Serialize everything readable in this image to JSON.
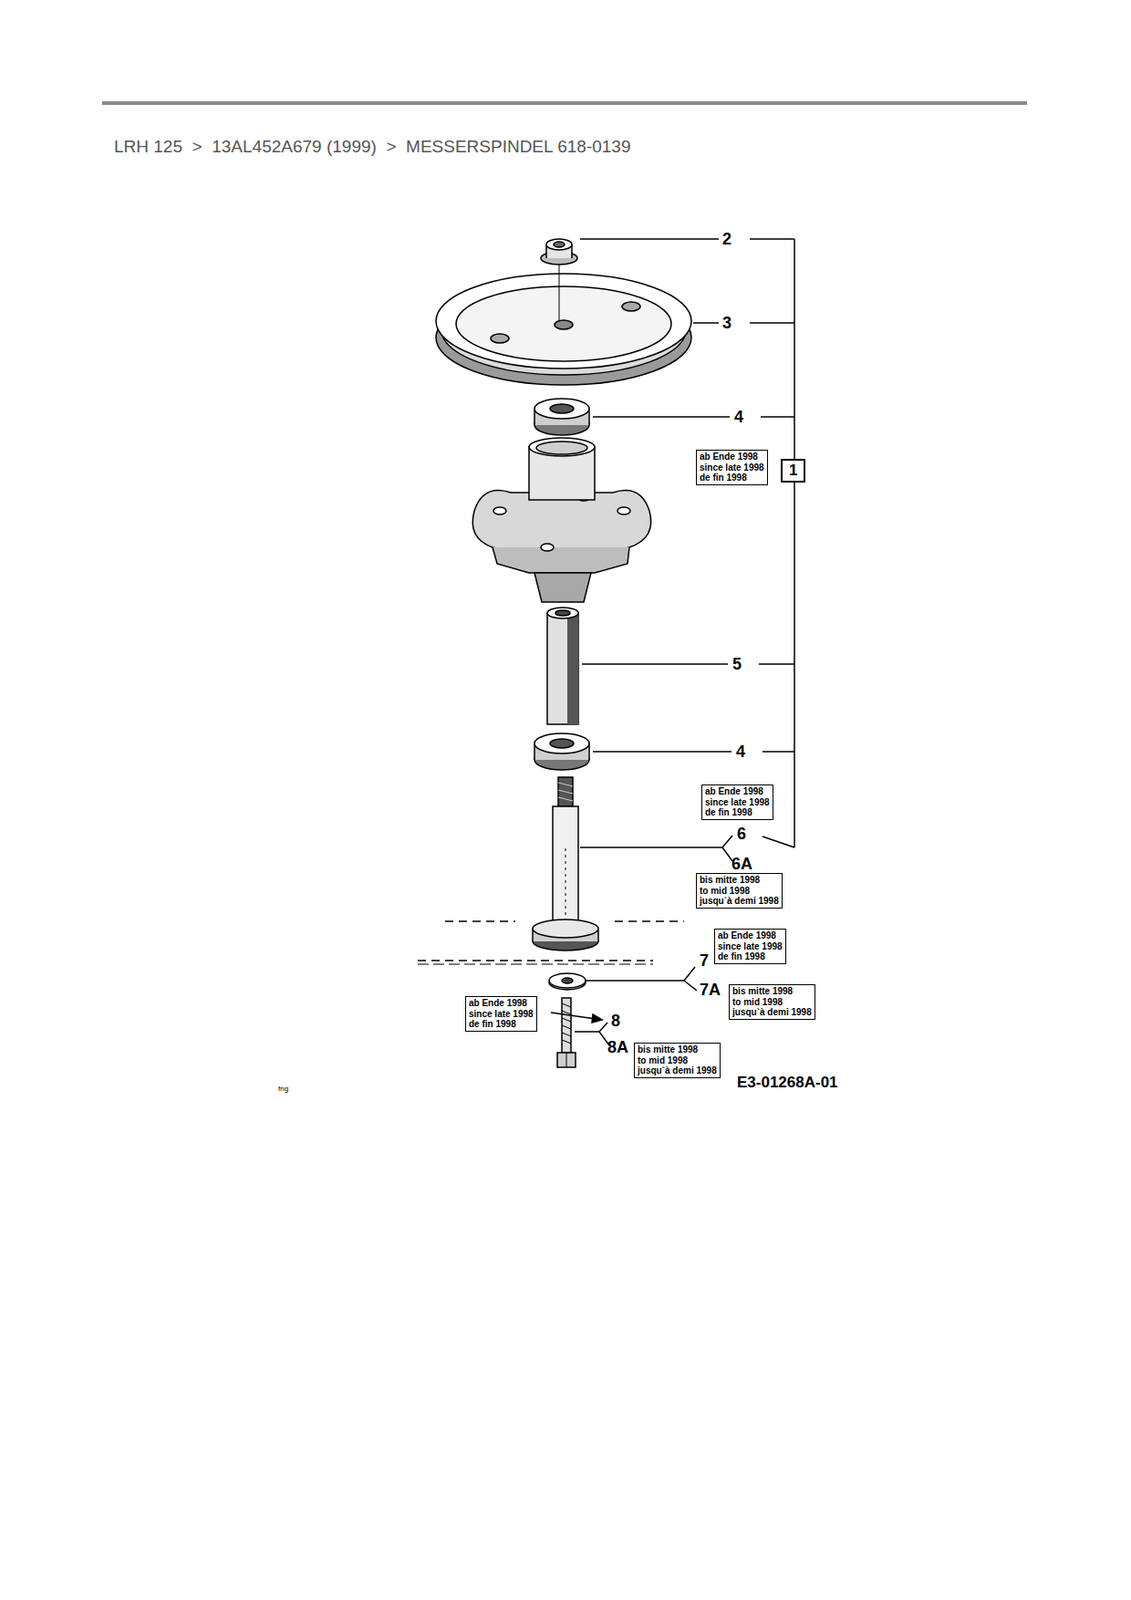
{
  "diagram": {
    "title": "LRH 125  >  13AL452A679 (1999)  >  MESSERSPINDEL 618-0139",
    "nodes": [
      {
        "text": [
          "ab Ende 1998",
          "since late 1998",
          "de fin 1998"
        ]
      },
      {
        "text": [
          "1"
        ]
      },
      {
        "text": [
          "ab Ende 1998",
          "since late 1998",
          "de fin 1998"
        ]
      },
      {
        "text": [
          "bis mitte 1998",
          "to mid 1998",
          "jusqu`à demi 1998"
        ]
      },
      {
        "text": [
          "ab Ende 1998",
          "since late 1998",
          "de fin 1998"
        ]
      },
      {
        "text": [
          "bis mitte 1998",
          "to mid 1998",
          "jusqu`à demi 1998"
        ]
      },
      {
        "text": [
          "ab Ende 1998",
          "since late 1998",
          "de fin 1998"
        ]
      },
      {
        "text": [
          "bis mitte 1998",
          "to mid 1998",
          "jusqu`à demi 1998"
        ]
      }
    ],
    "labels": [
      "2",
      "3",
      "4",
      "5",
      "4",
      "6",
      "6A",
      "7",
      "7A",
      "8",
      "8A",
      "E3-01268A-01",
      "fng"
    ]
  }
}
